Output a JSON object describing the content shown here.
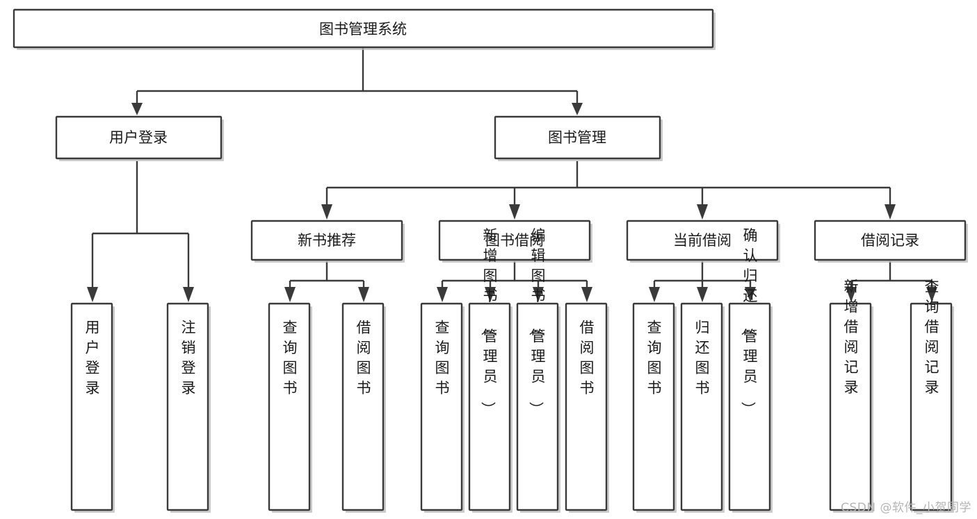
{
  "diagram": {
    "type": "tree",
    "title": "图书管理系统",
    "orientation": "top-down",
    "colors": {
      "stroke": "#3a3a3a",
      "fill": "#ffffff",
      "text": "#1a1a1a",
      "shadow": "#b9b9b9",
      "watermark": "#b5b5b5"
    },
    "root": {
      "label": "图书管理系统",
      "level": 0
    },
    "level1": [
      {
        "label": "用户登录"
      },
      {
        "label": "图书管理"
      }
    ],
    "level2": [
      {
        "label": "新书推荐",
        "parent": "图书管理"
      },
      {
        "label": "图书借阅",
        "parent": "图书管理"
      },
      {
        "label": "当前借阅",
        "parent": "图书管理"
      },
      {
        "label": "借阅记录",
        "parent": "图书管理"
      }
    ],
    "leaves": {
      "用户登录": [
        {
          "label": "用户登录"
        },
        {
          "label": "注销登录"
        }
      ],
      "新书推荐": [
        {
          "label": "查询图书"
        },
        {
          "label": "借阅图书"
        }
      ],
      "图书借阅": [
        {
          "label": "查询图书"
        },
        {
          "label": "新增图书（管理员）"
        },
        {
          "label": "编辑图书（管理员）"
        },
        {
          "label": "借阅图书"
        }
      ],
      "当前借阅": [
        {
          "label": "查询图书"
        },
        {
          "label": "归还图书"
        },
        {
          "label": "确认归还（管理员）"
        }
      ],
      "借阅记录": [
        {
          "label": "新增借阅记录"
        },
        {
          "label": "查询借阅记录"
        }
      ]
    },
    "nodes_flat": [
      {
        "id": "root",
        "label": "图书管理系统"
      },
      {
        "id": "n1",
        "label": "用户登录"
      },
      {
        "id": "n2",
        "label": "图书管理"
      },
      {
        "id": "n3",
        "label": "新书推荐"
      },
      {
        "id": "n4",
        "label": "图书借阅"
      },
      {
        "id": "n5",
        "label": "当前借阅"
      },
      {
        "id": "n6",
        "label": "借阅记录"
      },
      {
        "id": "l1",
        "label": "用户登录"
      },
      {
        "id": "l2",
        "label": "注销登录"
      },
      {
        "id": "l3",
        "label": "查询图书"
      },
      {
        "id": "l4",
        "label": "借阅图书"
      },
      {
        "id": "l5",
        "label": "查询图书"
      },
      {
        "id": "l6",
        "label": "新增图书（管理员）"
      },
      {
        "id": "l7",
        "label": "编辑图书（管理员）"
      },
      {
        "id": "l8",
        "label": "借阅图书"
      },
      {
        "id": "l9",
        "label": "查询图书"
      },
      {
        "id": "l10",
        "label": "归还图书"
      },
      {
        "id": "l11",
        "label": "确认归还（管理员）"
      },
      {
        "id": "l12",
        "label": "新增借阅记录"
      },
      {
        "id": "l13",
        "label": "查询借阅记录"
      }
    ]
  },
  "watermark": {
    "text": "CSDN @软件_小贺同学"
  }
}
